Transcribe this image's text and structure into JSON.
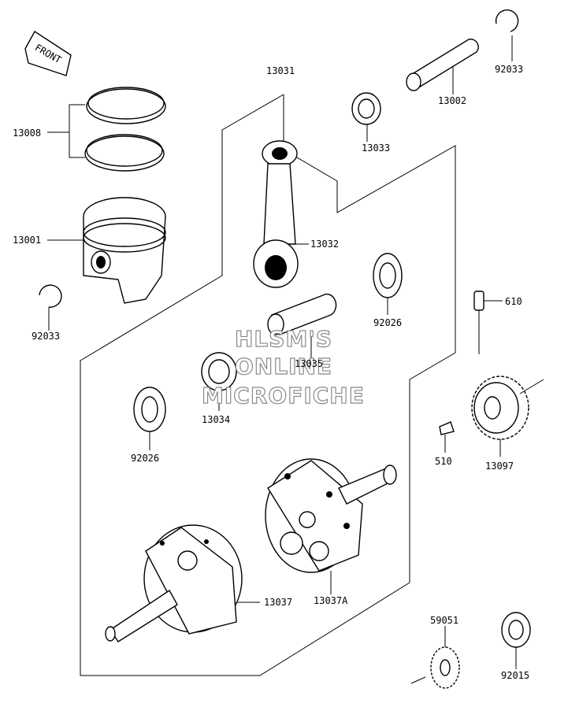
{
  "front_marker": "FRONT",
  "watermark": [
    "HLSM'S",
    "ONLINE",
    "MICROFICHE"
  ],
  "parts": [
    {
      "id": "ring-set",
      "label": "13008"
    },
    {
      "id": "piston",
      "label": "13001"
    },
    {
      "id": "circlip-left",
      "label": "92033"
    },
    {
      "id": "crankshaft-assy",
      "label": "13031"
    },
    {
      "id": "connecting-rod",
      "label": "13032"
    },
    {
      "id": "needle-bearing-small-end",
      "label": "13033"
    },
    {
      "id": "piston-pin",
      "label": "13002"
    },
    {
      "id": "circlip-right",
      "label": "92033"
    },
    {
      "id": "crank-pin",
      "label": "13035"
    },
    {
      "id": "washer-upper",
      "label": "92026"
    },
    {
      "id": "needle-bearing-big-end",
      "label": "13034"
    },
    {
      "id": "washer-lower",
      "label": "92026"
    },
    {
      "id": "pin",
      "label": "610"
    },
    {
      "id": "woodruff-key",
      "label": "510"
    },
    {
      "id": "gear",
      "label": "13097"
    },
    {
      "id": "crankshaft-right",
      "label": "13037A"
    },
    {
      "id": "crankshaft-left",
      "label": "13037"
    },
    {
      "id": "gear-small",
      "label": "59051"
    },
    {
      "id": "nut",
      "label": "92015"
    }
  ]
}
